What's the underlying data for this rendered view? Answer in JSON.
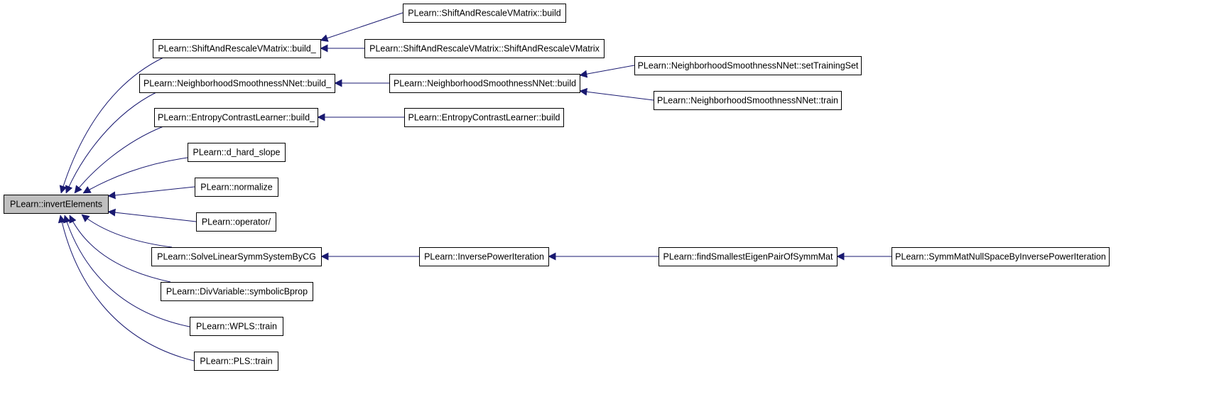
{
  "colors": {
    "edge": "#191970",
    "node_border": "#000000",
    "node_fill": "#ffffff",
    "root_fill": "#bfbfbf",
    "text": "#000000"
  },
  "nodes": [
    {
      "id": "root",
      "label": "PLearn::invertElements",
      "root": true
    },
    {
      "id": "sarvm_build_",
      "label": "PLearn::ShiftAndRescaleVMatrix::build_"
    },
    {
      "id": "sarvm_build",
      "label": "PLearn::ShiftAndRescaleVMatrix::build"
    },
    {
      "id": "sarvm_ctor",
      "label": "PLearn::ShiftAndRescaleVMatrix::ShiftAndRescaleVMatrix"
    },
    {
      "id": "nsn_build_",
      "label": "PLearn::NeighborhoodSmoothnessNNet::build_"
    },
    {
      "id": "nsn_build",
      "label": "PLearn::NeighborhoodSmoothnessNNet::build"
    },
    {
      "id": "nsn_set",
      "label": "PLearn::NeighborhoodSmoothnessNNet::setTrainingSet"
    },
    {
      "id": "nsn_train",
      "label": "PLearn::NeighborhoodSmoothnessNNet::train"
    },
    {
      "id": "ecl_build_",
      "label": "PLearn::EntropyContrastLearner::build_"
    },
    {
      "id": "ecl_build",
      "label": "PLearn::EntropyContrastLearner::build"
    },
    {
      "id": "d_hard_slope",
      "label": "PLearn::d_hard_slope"
    },
    {
      "id": "normalize",
      "label": "PLearn::normalize"
    },
    {
      "id": "operator_div",
      "label": "PLearn::operator/"
    },
    {
      "id": "solve_cg",
      "label": "PLearn::SolveLinearSymmSystemByCG"
    },
    {
      "id": "inv_power",
      "label": "PLearn::InversePowerIteration"
    },
    {
      "id": "find_eig",
      "label": "PLearn::findSmallestEigenPairOfSymmMat"
    },
    {
      "id": "symm_null",
      "label": "PLearn::SymmMatNullSpaceByInversePowerIteration"
    },
    {
      "id": "divvar",
      "label": "PLearn::DivVariable::symbolicBprop"
    },
    {
      "id": "wpls_train",
      "label": "PLearn::WPLS::train"
    },
    {
      "id": "pls_train",
      "label": "PLearn::PLS::train"
    }
  ],
  "edges": [
    {
      "from": "sarvm_build_",
      "to": "root"
    },
    {
      "from": "nsn_build_",
      "to": "root"
    },
    {
      "from": "ecl_build_",
      "to": "root"
    },
    {
      "from": "d_hard_slope",
      "to": "root"
    },
    {
      "from": "normalize",
      "to": "root"
    },
    {
      "from": "operator_div",
      "to": "root"
    },
    {
      "from": "solve_cg",
      "to": "root"
    },
    {
      "from": "divvar",
      "to": "root"
    },
    {
      "from": "wpls_train",
      "to": "root"
    },
    {
      "from": "pls_train",
      "to": "root"
    },
    {
      "from": "sarvm_build",
      "to": "sarvm_build_"
    },
    {
      "from": "sarvm_ctor",
      "to": "sarvm_build_"
    },
    {
      "from": "nsn_build",
      "to": "nsn_build_"
    },
    {
      "from": "nsn_set",
      "to": "nsn_build"
    },
    {
      "from": "nsn_train",
      "to": "nsn_build"
    },
    {
      "from": "ecl_build",
      "to": "ecl_build_"
    },
    {
      "from": "inv_power",
      "to": "solve_cg"
    },
    {
      "from": "find_eig",
      "to": "inv_power"
    },
    {
      "from": "symm_null",
      "to": "find_eig"
    }
  ]
}
